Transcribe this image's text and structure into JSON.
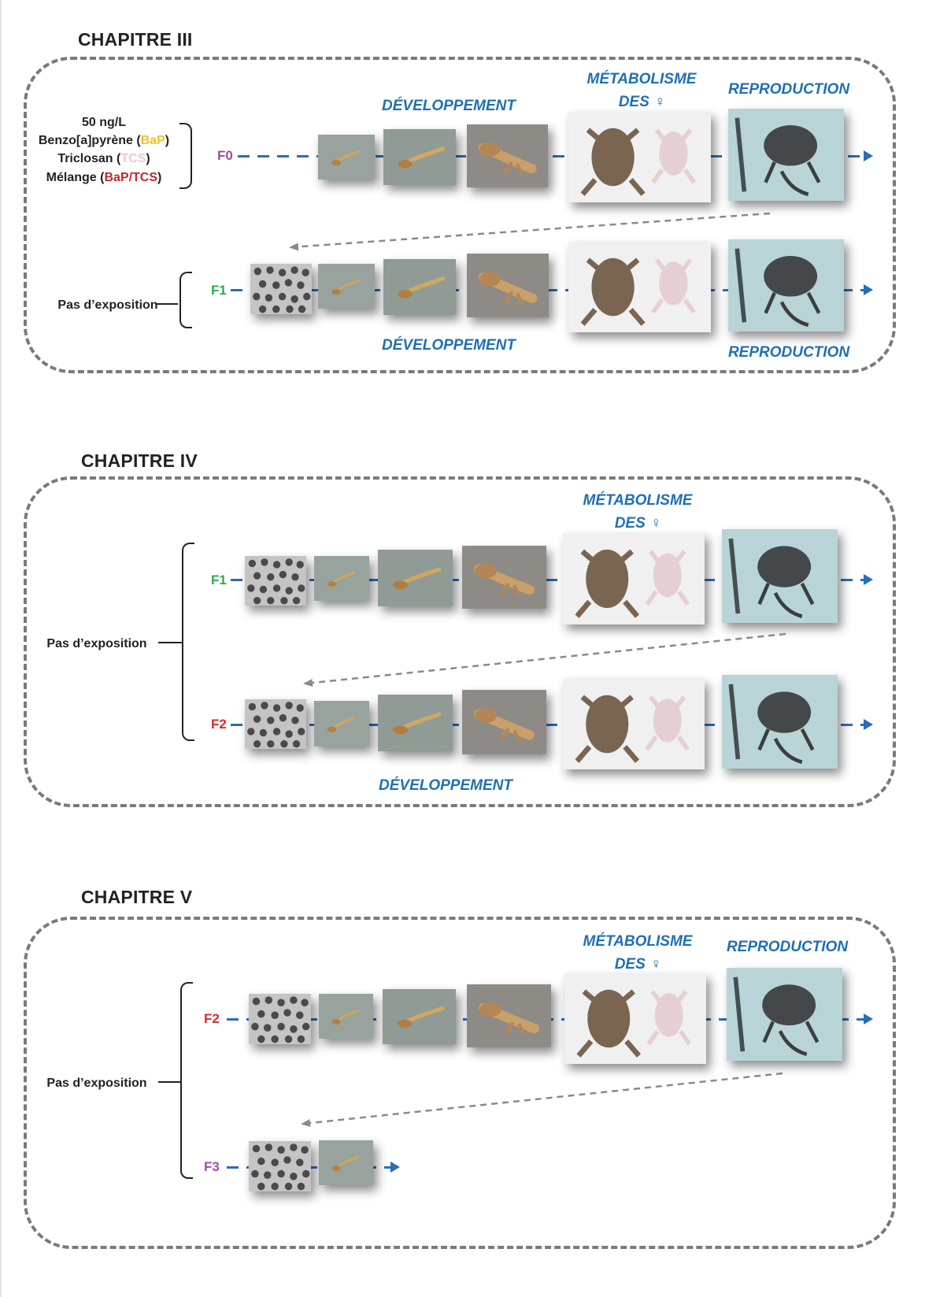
{
  "chapters": [
    {
      "title": "CHAPITRE III"
    },
    {
      "title": "CHAPITRE IV"
    },
    {
      "title": "CHAPITRE V"
    }
  ],
  "stages": {
    "developpement": "DÉVELOPPEMENT",
    "metabolisme_line1": "MÉTABOLISME",
    "metabolisme_line2": "DES ♀",
    "reproduction": "REPRODUCTION"
  },
  "exposure": {
    "line1": "50 ng/L",
    "line2_prefix": "Benzo[a]pyrène (",
    "line2_tag": "BaP",
    "line2_suffix": ")",
    "line3_prefix": "Triclosan (",
    "line3_tag": "TCS",
    "line3_suffix": ")",
    "line4_prefix": "Mélange (",
    "line4_tag": "BaP/TCS",
    "line4_suffix": ")",
    "no_exposure": "Pas d’exposition"
  },
  "generations": {
    "f0": "F0",
    "f1": "F1",
    "f2": "F2",
    "f3": "F3"
  },
  "colors": {
    "f0": "#9b4ea6",
    "f1": "#2ea94a",
    "f2": "#e0262c",
    "f3": "#9b4ea6",
    "stage_label": "#1f6fb4",
    "flow_arrow": "#2a6db5",
    "frame_border": "#7a7a7a",
    "bap": "#f1c22b",
    "tcs": "#efc9d9",
    "mixture": "#c0282b"
  }
}
